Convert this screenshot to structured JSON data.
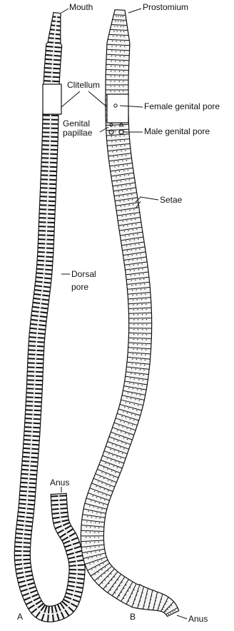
{
  "labels": {
    "mouth": "Mouth",
    "prostomium": "Prostomium",
    "clitellum": "Clitellum",
    "female_pore": "Female genital pore",
    "genital_papillae_1": "Genital",
    "genital_papillae_2": "papillae",
    "male_pore": "Male genital pore",
    "setae": "Setae",
    "dorsal_pore_1": "Dorsal",
    "dorsal_pore_2": "pore",
    "anus_a": "Anus",
    "anus_b": "Anus"
  },
  "figure_letters": {
    "a": "A",
    "b": "B"
  },
  "colors": {
    "ink": "#111111",
    "ringFill": "#f4f4f4"
  }
}
